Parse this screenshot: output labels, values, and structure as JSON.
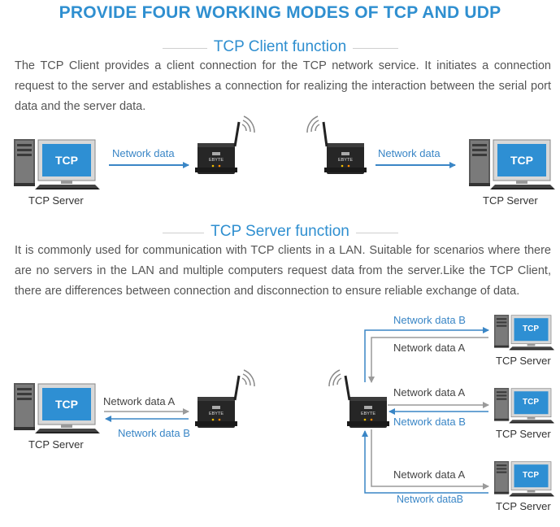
{
  "title": "PROVIDE FOUR WORKING MODES OF TCP AND UDP",
  "client_section": {
    "heading": "TCP Client function",
    "description": "The TCP Client provides a client connection for the TCP network service. It initiates a connection request to the server and establishes a connection for realizing the interaction between the serial port data and the server data.",
    "left_server_label": "TCP Server",
    "right_server_label": "TCP Server",
    "left_flow_label": "Network data",
    "right_flow_label": "Network data"
  },
  "server_section": {
    "heading": "TCP Server function",
    "description": "It is commonly used for communication with TCP clients in a LAN. Suitable for scenarios where there are no servers in the LAN and multiple computers request data from the server.Like the TCP Client, there are differences between connection and disconnection to ensure reliable exchange of data.",
    "left_server_label": "TCP Server",
    "left_flow_a": "Network data A",
    "left_flow_b": "Network data B",
    "clients": [
      {
        "label": "TCP Server",
        "out_label": "Network data B",
        "in_label": "Network data A"
      },
      {
        "label": "TCP Server",
        "out_label": "Network data B",
        "in_label": "Network data A"
      },
      {
        "label": "TCP Server",
        "out_label": "Network dataB",
        "in_label": "Network data A"
      }
    ]
  },
  "screen_text": "TCP",
  "device_brand": "EBYTE",
  "colors": {
    "accent": "#2f8fd0",
    "arrow_blue": "#3a86c6",
    "arrow_gray": "#9a9a9a",
    "screen": "#2e8fd3"
  }
}
